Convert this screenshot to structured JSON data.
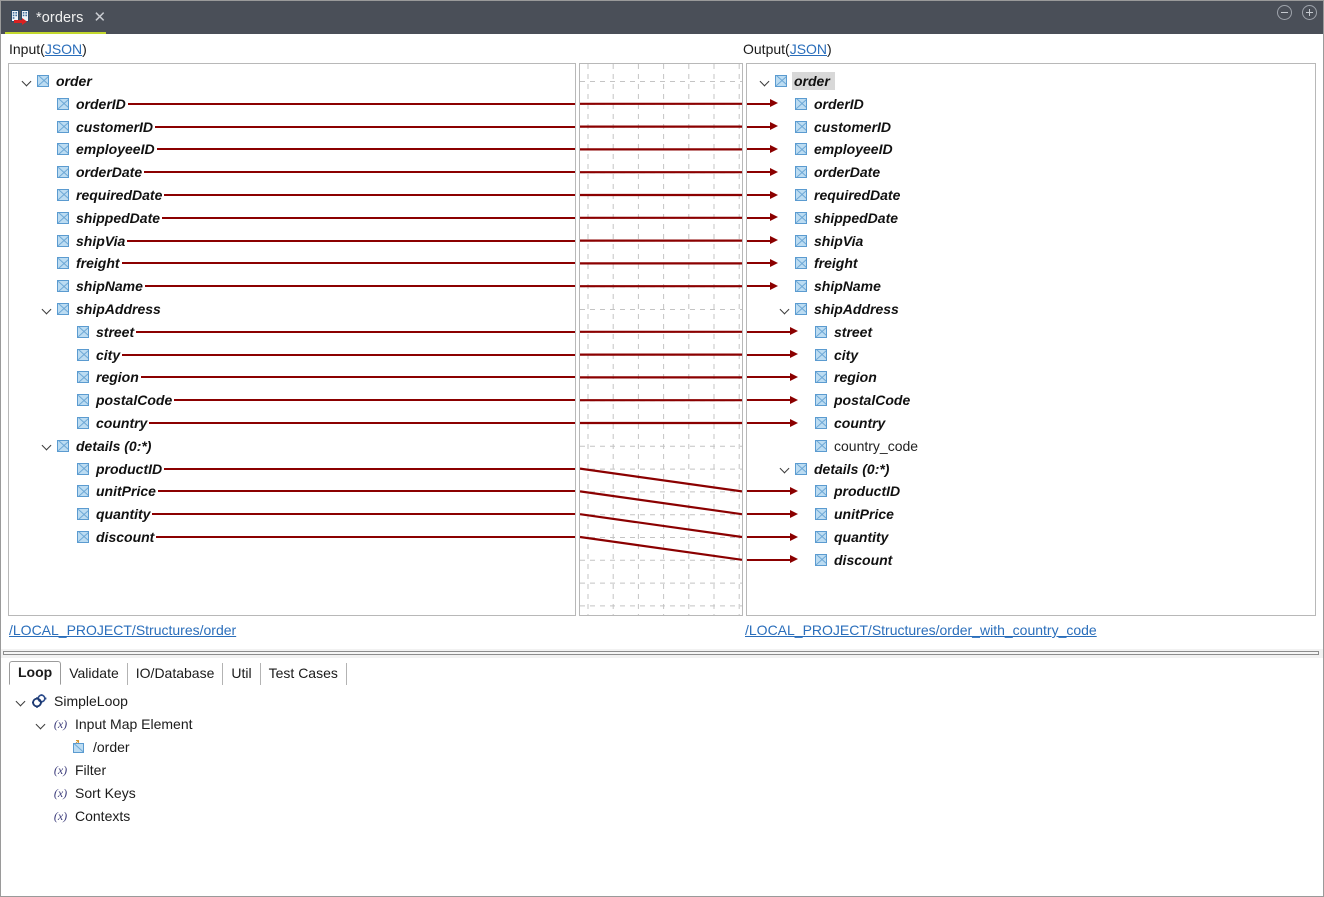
{
  "window": {
    "tab_title": "*orders",
    "tab_icon": "map-transform-icon",
    "close_icon": "close-icon",
    "minimize_icon": "minimize-icon",
    "maximize_icon": "maximize-icon",
    "accent_color": "#c3d82e",
    "titlebar_color": "#4a4f58"
  },
  "input_panel": {
    "label": "Input",
    "format_open": "(",
    "format_link": "JSON",
    "format_close": ")",
    "path": "/LOCAL_PROJECT/Structures/order",
    "tree": [
      {
        "label": "order",
        "indent": 0,
        "twisty": true,
        "mapped": true,
        "connected": false
      },
      {
        "label": "orderID",
        "indent": 1,
        "twisty": false,
        "mapped": true,
        "connected": true
      },
      {
        "label": "customerID",
        "indent": 1,
        "twisty": false,
        "mapped": true,
        "connected": true
      },
      {
        "label": "employeeID",
        "indent": 1,
        "twisty": false,
        "mapped": true,
        "connected": true
      },
      {
        "label": "orderDate",
        "indent": 1,
        "twisty": false,
        "mapped": true,
        "connected": true
      },
      {
        "label": "requiredDate",
        "indent": 1,
        "twisty": false,
        "mapped": true,
        "connected": true
      },
      {
        "label": "shippedDate",
        "indent": 1,
        "twisty": false,
        "mapped": true,
        "connected": true
      },
      {
        "label": "shipVia",
        "indent": 1,
        "twisty": false,
        "mapped": true,
        "connected": true
      },
      {
        "label": "freight",
        "indent": 1,
        "twisty": false,
        "mapped": true,
        "connected": true
      },
      {
        "label": "shipName",
        "indent": 1,
        "twisty": false,
        "mapped": true,
        "connected": true
      },
      {
        "label": "shipAddress",
        "indent": 1,
        "twisty": true,
        "mapped": true,
        "connected": false
      },
      {
        "label": "street",
        "indent": 2,
        "twisty": false,
        "mapped": true,
        "connected": true
      },
      {
        "label": "city",
        "indent": 2,
        "twisty": false,
        "mapped": true,
        "connected": true
      },
      {
        "label": "region",
        "indent": 2,
        "twisty": false,
        "mapped": true,
        "connected": true
      },
      {
        "label": "postalCode",
        "indent": 2,
        "twisty": false,
        "mapped": true,
        "connected": true
      },
      {
        "label": "country",
        "indent": 2,
        "twisty": false,
        "mapped": true,
        "connected": true
      },
      {
        "label": "details (0:*)",
        "indent": 1,
        "twisty": true,
        "mapped": true,
        "connected": false
      },
      {
        "label": "productID",
        "indent": 2,
        "twisty": false,
        "mapped": true,
        "connected": true
      },
      {
        "label": "unitPrice",
        "indent": 2,
        "twisty": false,
        "mapped": true,
        "connected": true
      },
      {
        "label": "quantity",
        "indent": 2,
        "twisty": false,
        "mapped": true,
        "connected": true
      },
      {
        "label": "discount",
        "indent": 2,
        "twisty": false,
        "mapped": true,
        "connected": true
      }
    ]
  },
  "output_panel": {
    "label": "Output",
    "format_open": "(",
    "format_link": "JSON",
    "format_close": ")",
    "path": "/LOCAL_PROJECT/Structures/order_with_country_code",
    "tree": [
      {
        "label": "order",
        "indent": 0,
        "twisty": true,
        "mapped": true,
        "connected": false,
        "selected": true
      },
      {
        "label": "orderID",
        "indent": 1,
        "twisty": false,
        "mapped": true,
        "connected": true
      },
      {
        "label": "customerID",
        "indent": 1,
        "twisty": false,
        "mapped": true,
        "connected": true
      },
      {
        "label": "employeeID",
        "indent": 1,
        "twisty": false,
        "mapped": true,
        "connected": true
      },
      {
        "label": "orderDate",
        "indent": 1,
        "twisty": false,
        "mapped": true,
        "connected": true
      },
      {
        "label": "requiredDate",
        "indent": 1,
        "twisty": false,
        "mapped": true,
        "connected": true
      },
      {
        "label": "shippedDate",
        "indent": 1,
        "twisty": false,
        "mapped": true,
        "connected": true
      },
      {
        "label": "shipVia",
        "indent": 1,
        "twisty": false,
        "mapped": true,
        "connected": true
      },
      {
        "label": "freight",
        "indent": 1,
        "twisty": false,
        "mapped": true,
        "connected": true
      },
      {
        "label": "shipName",
        "indent": 1,
        "twisty": false,
        "mapped": true,
        "connected": true
      },
      {
        "label": "shipAddress",
        "indent": 1,
        "twisty": true,
        "mapped": true,
        "connected": false
      },
      {
        "label": "street",
        "indent": 2,
        "twisty": false,
        "mapped": true,
        "connected": true
      },
      {
        "label": "city",
        "indent": 2,
        "twisty": false,
        "mapped": true,
        "connected": true
      },
      {
        "label": "region",
        "indent": 2,
        "twisty": false,
        "mapped": true,
        "connected": true
      },
      {
        "label": "postalCode",
        "indent": 2,
        "twisty": false,
        "mapped": true,
        "connected": true
      },
      {
        "label": "country",
        "indent": 2,
        "twisty": false,
        "mapped": true,
        "connected": true
      },
      {
        "label": "country_code",
        "indent": 2,
        "twisty": false,
        "mapped": false,
        "connected": false
      },
      {
        "label": "details (0:*)",
        "indent": 1,
        "twisty": true,
        "mapped": true,
        "connected": false
      },
      {
        "label": "productID",
        "indent": 2,
        "twisty": false,
        "mapped": true,
        "connected": true
      },
      {
        "label": "unitPrice",
        "indent": 2,
        "twisty": false,
        "mapped": true,
        "connected": true
      },
      {
        "label": "quantity",
        "indent": 2,
        "twisty": false,
        "mapped": true,
        "connected": true
      },
      {
        "label": "discount",
        "indent": 2,
        "twisty": false,
        "mapped": true,
        "connected": true
      }
    ]
  },
  "mapping": {
    "line_color": "#8b0000",
    "grid_color": "#c4c4c4"
  },
  "bottom_panel": {
    "tabs": [
      {
        "label": "Loop",
        "active": true
      },
      {
        "label": "Validate",
        "active": false
      },
      {
        "label": "IO/Database",
        "active": false
      },
      {
        "label": "Util",
        "active": false
      },
      {
        "label": "Test Cases",
        "active": false
      }
    ],
    "tree": [
      {
        "label": "SimpleLoop",
        "indent": 0,
        "twisty": true,
        "icon": "gear-pair-icon"
      },
      {
        "label": "Input Map Element",
        "indent": 1,
        "twisty": true,
        "icon": "function-icon"
      },
      {
        "label": "/order",
        "indent": 2,
        "twisty": false,
        "icon": "map-element-icon"
      },
      {
        "label": "Filter",
        "indent": 1,
        "twisty": false,
        "icon": "function-icon"
      },
      {
        "label": "Sort Keys",
        "indent": 1,
        "twisty": false,
        "icon": "function-icon"
      },
      {
        "label": "Contexts",
        "indent": 1,
        "twisty": false,
        "icon": "function-icon"
      }
    ]
  }
}
